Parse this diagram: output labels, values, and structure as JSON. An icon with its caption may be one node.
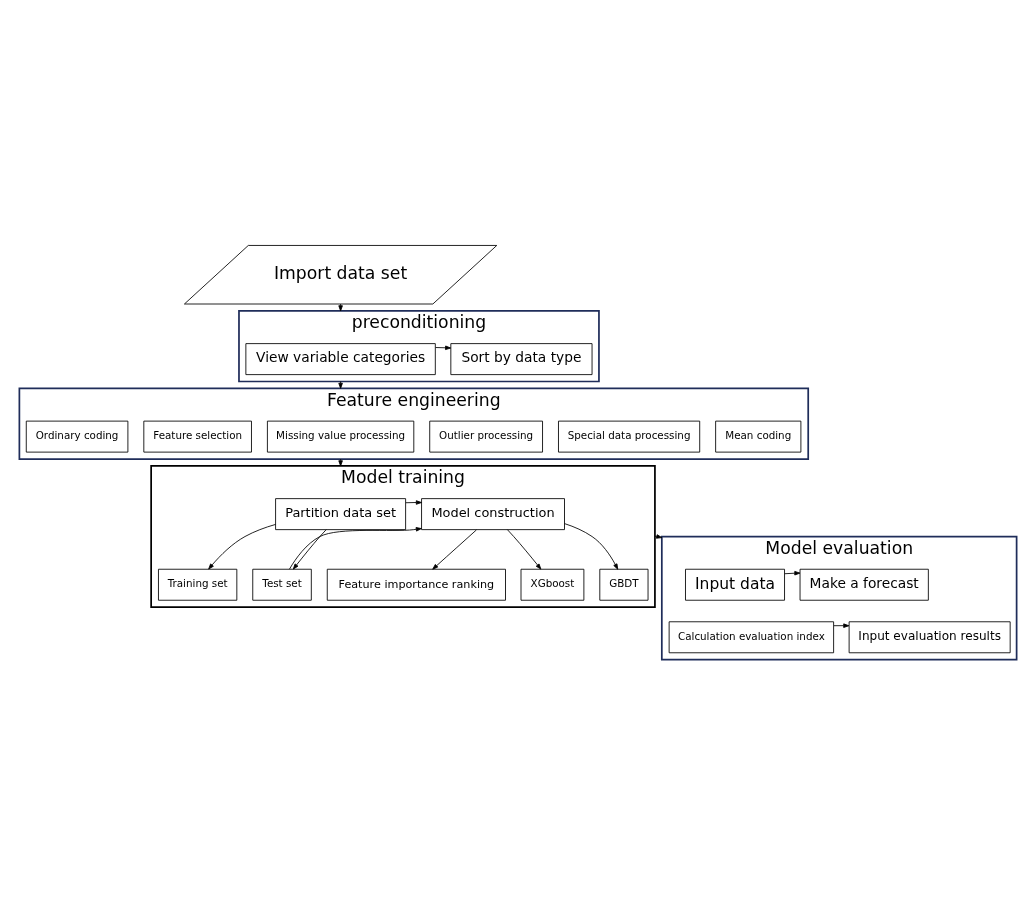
{
  "diagram": {
    "nodes": [
      {
        "text": [
          "Import data set"
        ]
      },
      {
        "text": [
          "preconditioning"
        ]
      },
      {
        "text": [
          "View variable categories"
        ],
        "in": 1
      },
      {
        "text": [
          "Sort by data type"
        ],
        "in": 1
      },
      {
        "text": [
          "Feature engineering"
        ]
      },
      {
        "text": [
          "Ordinary coding"
        ],
        "in": 4
      },
      {
        "text": [
          "Feature selection"
        ],
        "in": 4
      },
      {
        "text": [
          "Missing value processing"
        ],
        "in": 4
      },
      {
        "text": [
          "Outlier processing"
        ],
        "in": 4
      },
      {
        "text": [
          "Special data processing"
        ],
        "in": 4
      },
      {
        "text": [
          "Mean coding"
        ],
        "in": 4
      },
      {
        "text": [
          "Model training"
        ]
      },
      {
        "text": [
          "Partition data set"
        ],
        "in": 11
      },
      {
        "text": [
          "Model construction"
        ],
        "in": 11
      },
      {
        "text": [
          "Feature importance ranking"
        ],
        "in": 11
      },
      {
        "text": [
          "Training set"
        ],
        "in": 11
      },
      {
        "text": [
          "Test set"
        ],
        "in": 11
      },
      {
        "text": [
          "XGboost"
        ],
        "in": 11
      },
      {
        "text": [
          "GBDT"
        ],
        "in": 11
      },
      {
        "text": [
          "Model evaluation"
        ]
      },
      {
        "text": [
          "Input data"
        ],
        "in": 19
      },
      {
        "text": [
          "Make a forecast"
        ],
        "in": 19
      },
      {
        "text": [
          "Calculation evaluation index"
        ],
        "in": 19
      },
      {
        "text": [
          "Input evaluation results"
        ],
        "in": 19
      }
    ],
    "edges": [
      {
        "from": 0,
        "to": 1,
        "arrow": "to"
      },
      {
        "from": 2,
        "to": 3,
        "arrow": "to"
      },
      {
        "from": 1,
        "to": 4,
        "arrow": "to"
      },
      {
        "from": 4,
        "to": 11,
        "arrow": "to"
      },
      {
        "from": 12,
        "to": 13,
        "arrow": "to"
      },
      {
        "from": 12,
        "to": 15,
        "arrow": "to"
      },
      {
        "from": 12,
        "to": 16,
        "arrow": "to"
      },
      {
        "from": 16,
        "to": 13,
        "arrow": "to"
      },
      {
        "from": 13,
        "to": 17,
        "arrow": "to"
      },
      {
        "from": 13,
        "to": 18,
        "arrow": "to"
      },
      {
        "from": 13,
        "to": 14,
        "arrow": "to"
      },
      {
        "from": 11,
        "to": 19,
        "arrow": "to"
      },
      {
        "from": 20,
        "to": 21,
        "arrow": "to"
      },
      {
        "from": 22,
        "to": 23,
        "arrow": "to"
      }
    ]
  }
}
